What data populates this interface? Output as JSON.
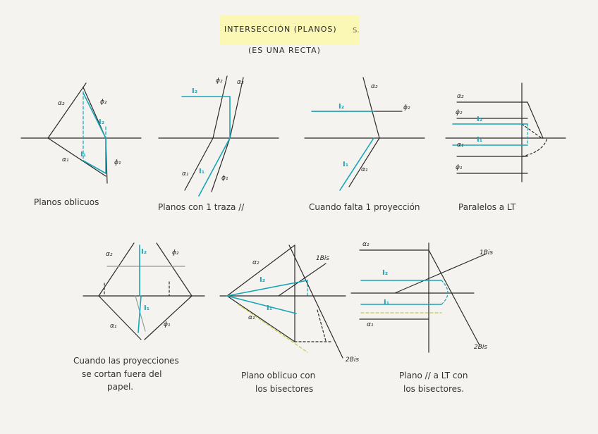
{
  "title": "INTERSECCIÓN (PLANOS)",
  "title_suffix": "S.",
  "subtitle": "(ES UNA RECTA)",
  "captions": {
    "c1": "Planos oblicuos",
    "c2": "Planos con 1 traza //",
    "c3": "Cuando falta 1 proyección",
    "c4": "Paralelos a LT",
    "c5a": "Cuando las proyecciones",
    "c5b": "se cortan fuera del",
    "c5c": "papel.",
    "c6a": "Plano oblicuo con",
    "c6b": "los bisectores",
    "c7a": "Plano // a LT con",
    "c7b": "los bisectores."
  },
  "labels": {
    "alpha2": "α₂",
    "alpha1": "α₁",
    "phi2": "ϕ₂",
    "phi1": "ϕ₁",
    "i2": "I₂",
    "i1": "I₁",
    "bis1": "1Bis",
    "bis2": "2Bis"
  },
  "colors": {
    "ink": "#2a2a2a",
    "accent": "#17a6b7",
    "highlight": "#fbf7b4",
    "dash_yellow": "#c8c84a"
  }
}
